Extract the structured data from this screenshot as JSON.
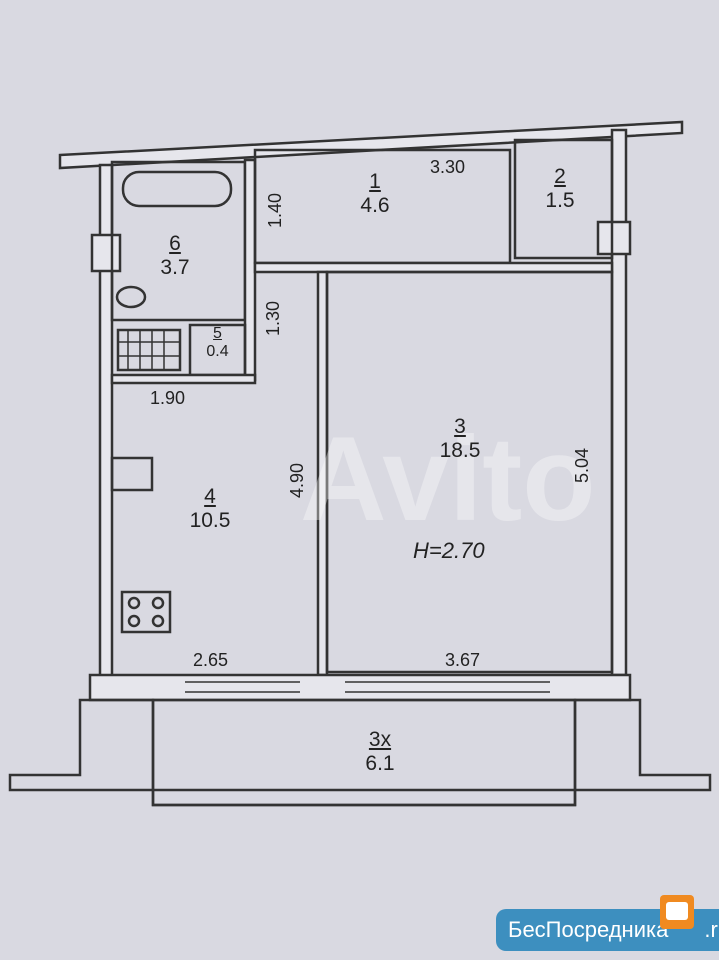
{
  "rooms": [
    {
      "num": "1",
      "area": "4.6"
    },
    {
      "num": "2",
      "area": "1.5"
    },
    {
      "num": "3",
      "area": "18.5"
    },
    {
      "num": "4",
      "area": "10.5"
    },
    {
      "num": "5",
      "area": "0.4"
    },
    {
      "num": "6",
      "area": "3.7"
    },
    {
      "num": "3х",
      "area": "6.1"
    }
  ],
  "dimensions": {
    "d1": "3.30",
    "d2": "1.40",
    "d3": "1.30",
    "d4": "1.90",
    "d5": "4.90",
    "d6": "5.04",
    "d7": "2.65",
    "d8": "3.67"
  },
  "ceiling_height": "H=2.70",
  "watermark": "Avito",
  "brand": {
    "text": "БесПосредника",
    "suffix": ".ru",
    "color": "#3d8fbf"
  }
}
